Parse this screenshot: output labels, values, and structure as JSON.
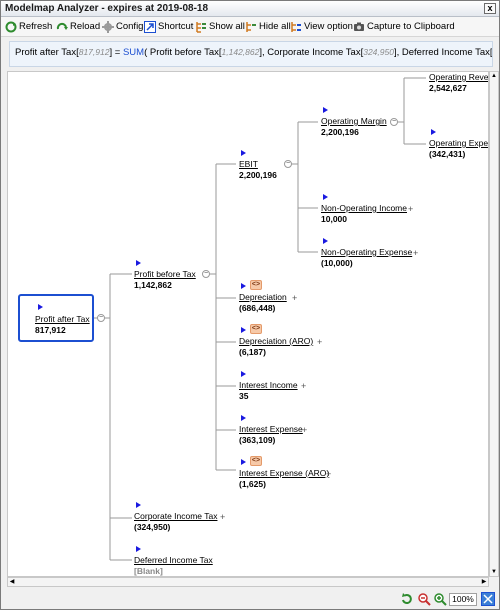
{
  "window": {
    "title": "Modelmap Analyzer - expires at 2019-08-18",
    "close_label": "x"
  },
  "toolbar": {
    "refresh": "Refresh",
    "reload": "Reload",
    "config": "Config",
    "shortcut": "Shortcut",
    "show_all": "Show all",
    "hide_all": "Hide all",
    "view_option": "View option",
    "capture": "Capture to Clipboard"
  },
  "formula": {
    "target": "Profit after Tax",
    "target_value": "817,912",
    "eq": "=",
    "fn": "SUM",
    "arg1": "Profit before Tax",
    "arg1_value": "1,142,862",
    "arg2": "Corporate Income Tax",
    "arg2_value": "324,950",
    "arg3": "Deferred Income Tax",
    "arg3_value": "",
    "lb": "[",
    "rb": "]",
    "open": "(",
    "close": ")",
    "comma": ","
  },
  "nodes": {
    "root": {
      "name": "Profit after Tax",
      "value": "817,912"
    },
    "pbt": {
      "name": "Profit before Tax",
      "value": "1,142,862"
    },
    "cit": {
      "name": "Corporate Income Tax",
      "value": "(324,950)"
    },
    "dit": {
      "name": "Deferred Income Tax",
      "value": "[Blank]"
    },
    "ebit": {
      "name": "EBIT",
      "value": "2,200,196"
    },
    "dep": {
      "name": "Depreciation",
      "value": "(686,448)"
    },
    "dep_aro": {
      "name": "Depreciation (ARO)",
      "value": "(6,187)"
    },
    "int_inc": {
      "name": "Interest Income",
      "value": "35"
    },
    "int_exp": {
      "name": "Interest Expense",
      "value": "(363,109)"
    },
    "int_exp_aro": {
      "name": "Interest Expense (ARO)",
      "value": "(1,625)"
    },
    "op_margin": {
      "name": "Operating Margin",
      "value": "2,200,196"
    },
    "non_op_inc": {
      "name": "Non-Operating Income",
      "value": "10,000"
    },
    "non_op_exp": {
      "name": "Non-Operating Expense",
      "value": "(10,000)"
    },
    "op_rev": {
      "name": "Operating Revenue",
      "value": "2,542,627"
    },
    "op_exp": {
      "name": "Operating Expense",
      "value": "(342,431)"
    }
  },
  "badges": {
    "eq_badge": "<>",
    "collapse": "−",
    "expand": "+"
  },
  "status": {
    "zoom": "100%"
  },
  "colors": {
    "accent": "#1c4fd1",
    "flag": "#1a1ae0",
    "badge": "#f6c9a8"
  }
}
